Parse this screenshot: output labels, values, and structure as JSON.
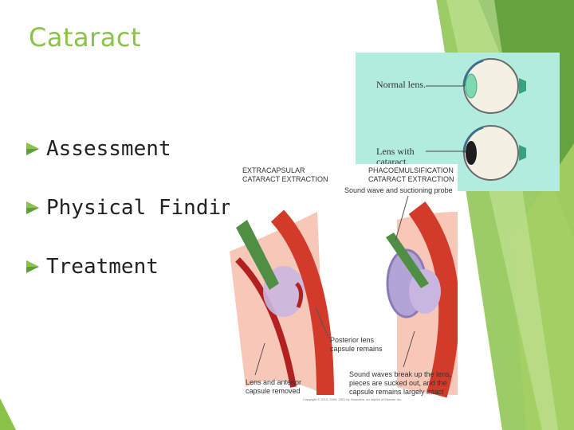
{
  "slide": {
    "title": "Cataract",
    "bullets": [
      {
        "label": "Assessment"
      },
      {
        "label": "Physical Findings"
      },
      {
        "label": "Treatment"
      }
    ],
    "accent_color": "#8bc34a"
  },
  "figure_normal": {
    "label_normal": "Normal lens.",
    "label_cataract_1": "Lens with",
    "label_cataract_2": "cataract."
  },
  "figure_extraction": {
    "extracapsular_1": "EXTRACAPSULAR",
    "extracapsular_2": "CATARACT EXTRACTION",
    "phaco_1": "PHACOEMULSIFICATION",
    "phaco_2": "CATARACT EXTRACTION",
    "probe": "Sound wave and suctioning probe",
    "posterior_1": "Posterior lens",
    "posterior_2": "capsule remains",
    "lens_anterior_1": "Lens and anterior",
    "lens_anterior_2": "capsule removed",
    "sound_1": "Sound waves break up the lens,",
    "sound_2": "pieces are sucked out, and the",
    "sound_3": "capsule remains largely intact",
    "copyright": "Copyright © 2013, 2009, 2007 by Saunders, an imprint of Elsevier Inc."
  }
}
